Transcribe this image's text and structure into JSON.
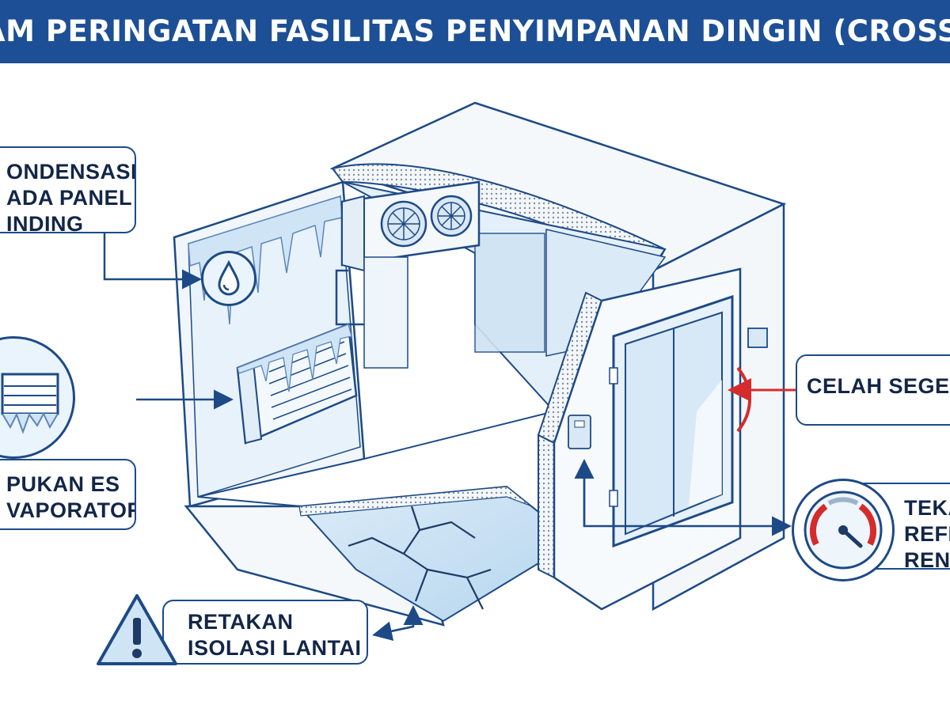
{
  "header": {
    "title": "AM PERINGATAN FASILITAS PENYIMPANAN DINGIN (CROSS-SEC"
  },
  "callouts": {
    "condensation": {
      "lines": [
        "ONDENSASI",
        "ADA PANEL",
        "INDING"
      ],
      "icon": "water-drop-icon"
    },
    "evaporator": {
      "lines": [
        "PUKAN ES",
        "VAPORATOR"
      ],
      "icon": "frosted-evaporator-icon"
    },
    "door_seal": {
      "text": "CELAH SEGEL"
    },
    "pressure": {
      "lines": [
        "TEKA",
        "REFR",
        "REN"
      ],
      "icon": "pressure-gauge-icon"
    },
    "floor_crack": {
      "lines": [
        "RETAKAN",
        "ISOLASI LANTAI"
      ],
      "icon": "warning-triangle-icon"
    }
  },
  "colors": {
    "banner": "#1c4f95",
    "outline": "#1d4a86",
    "ice": "#d5e9f7",
    "alert": "#d42c2c"
  }
}
